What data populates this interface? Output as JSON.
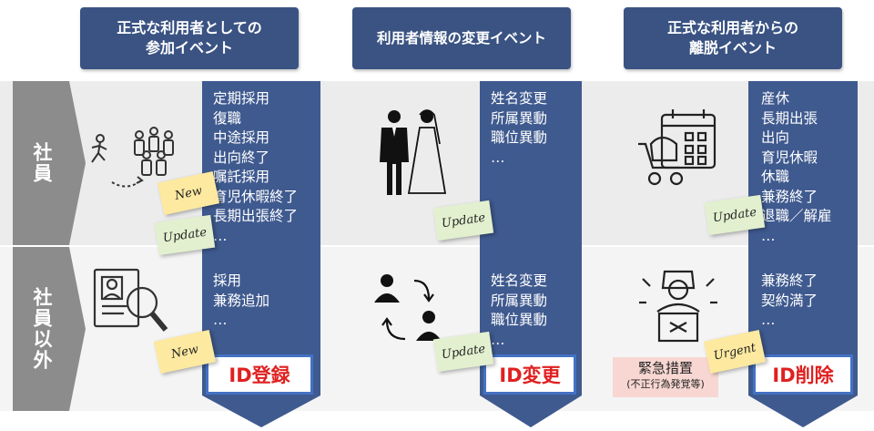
{
  "columns": [
    {
      "header": "正式な利用者としての\n参加イベント",
      "employee_events": [
        "定期採用",
        "復職",
        "中途採用",
        "出向終了",
        "嘱託採用",
        "育児休暇終了",
        "長期出張終了",
        "…"
      ],
      "other_events": [
        "採用",
        "兼務追加",
        "…"
      ],
      "id_action": "ID登録",
      "stickies": [
        "New",
        "Update",
        "New"
      ]
    },
    {
      "header": "利用者情報の変更イベント",
      "employee_events": [
        "姓名変更",
        "所属異動",
        "職位異動",
        "…"
      ],
      "other_events": [
        "姓名変更",
        "所属異動",
        "職位異動",
        "…"
      ],
      "id_action": "ID変更",
      "stickies": [
        "Update",
        "Update"
      ]
    },
    {
      "header": "正式な利用者からの\n離脱イベント",
      "employee_events": [
        "産休",
        "長期出張",
        "出向",
        "育児休暇",
        "休職",
        "兼務終了",
        "退職／解雇",
        "…"
      ],
      "other_events": [
        "兼務終了",
        "契約満了",
        "…"
      ],
      "id_action": "ID削除",
      "stickies": [
        "Update",
        "Urgent"
      ]
    }
  ],
  "rows": {
    "employee": "社員",
    "non_employee": "社員以外"
  },
  "emergency": {
    "title": "緊急措置",
    "subtitle": "(不正行為発覚等)"
  },
  "colors": {
    "header_bg": "#3a5383",
    "arrow_bg": "#3f5a8f",
    "row_label_bg": "#8c8c8c",
    "band_bg": "#ececec",
    "id_text": "#e02020",
    "id_border": "#4472c4"
  },
  "icons": {
    "col1_employee": "person-walking-to-group-icon",
    "col1_other": "resume-magnifier-icon",
    "col2_employee": "bride-groom-icon",
    "col2_other": "people-exchange-icon",
    "col3_employee": "stroller-calendar-icon",
    "col3_other": "stressed-person-icon"
  }
}
